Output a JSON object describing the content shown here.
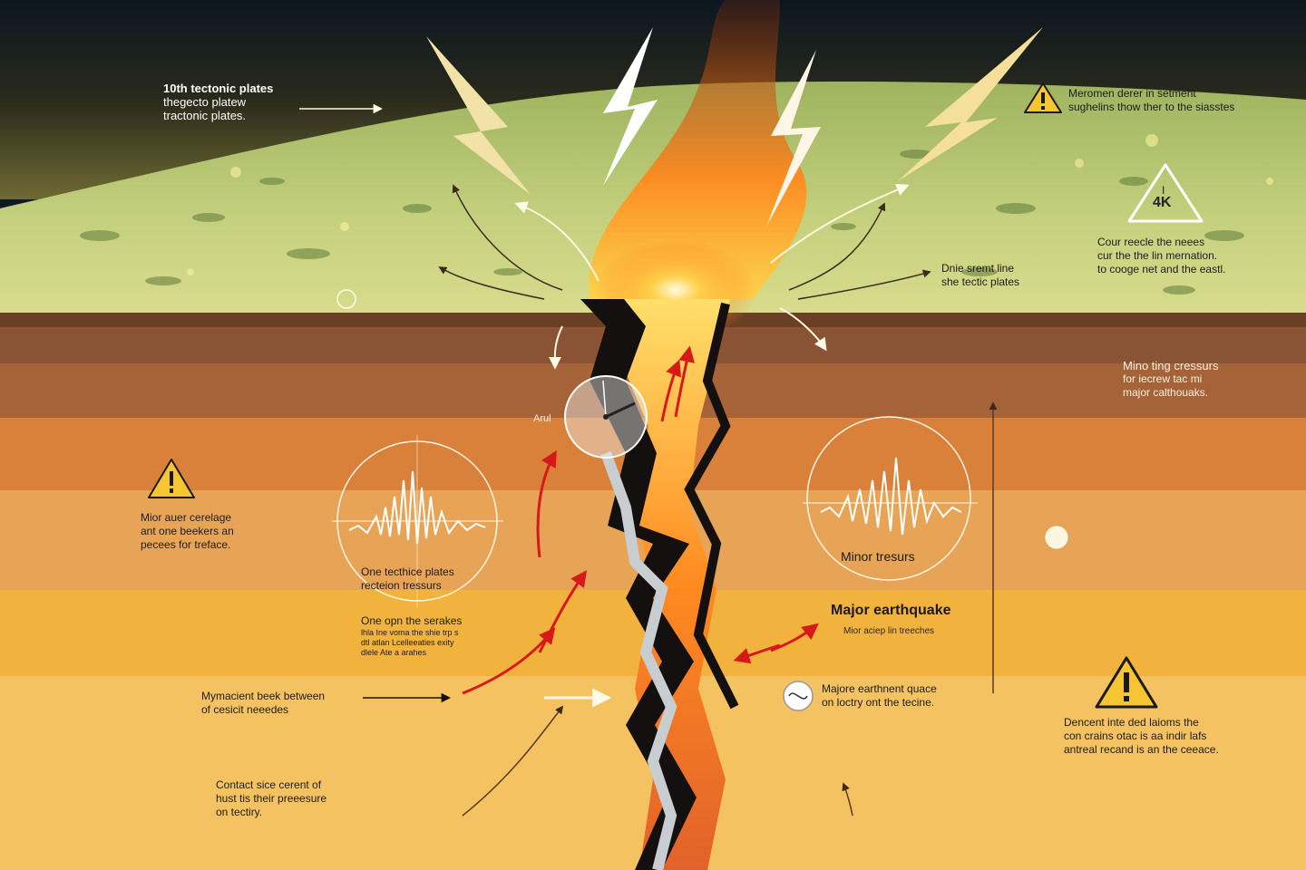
{
  "labels": {
    "top_left": [
      "10th tectonic plates",
      "thegecto platew",
      "tractonic plates."
    ],
    "top_right": [
      "Meromen derer in setment",
      "sughelins thow ther to the siasstes"
    ],
    "right_upper": [
      "Cour reecle the neees",
      "cur the the lin mernation.",
      "to cooge net and the eastl."
    ],
    "fault_line": [
      "Dnie sremt line",
      "she tectic plates"
    ],
    "right_mid": [
      "Mino ting cressurs",
      "for iecrew tac mi",
      "major calthouaks."
    ],
    "gauge_label": "Arul",
    "left_warning": [
      "Mior auer cerelage",
      "ant one beekers an",
      "pecees for treface."
    ],
    "left_seismo": [
      "One tecthice plates",
      "recteion tressurs"
    ],
    "left_lower": [
      "One opn the serakes",
      "lhla Ine voma the shie trp s",
      "dtl atlan Lcelleeaties exity",
      "dlele Ate a arahes"
    ],
    "left_bottom": [
      "Mymacient beek between",
      "of cesicit neeedes"
    ],
    "left_footer": [
      "Contact sice cerent of",
      "hust tis their preeesure",
      "on tectiry."
    ],
    "minor_tremors": "Minor tresurs",
    "major_quake": "Major earthquake",
    "major_sub": "Mior aciep lin treeches",
    "quake_note": [
      "Majore earthnent quace",
      "on loctry ont the tecine."
    ],
    "right_footer": [
      "Dencent inte ded laioms the",
      "con crains otac is aa indir lafs",
      "antreal recand is an the ceeace."
    ],
    "triangle_top": "I",
    "triangle_text": "4K"
  },
  "colors": {
    "sky_dark": "#0e1a24",
    "grass": "#b3c873",
    "soil": "#7a4a2c",
    "mantle_orange": "#e08a3c",
    "mantle_yellow": "#f1b84a",
    "magma": "#ff7a1a",
    "fault_dark": "#151010",
    "warning_yellow": "#f6c531",
    "arrow_red": "#d61a1a"
  },
  "icons": [
    "warning-icon",
    "lightning-bolt-icon",
    "seismograph-icon",
    "pressure-gauge-icon",
    "arrow-icon",
    "alert-triangle-icon"
  ]
}
